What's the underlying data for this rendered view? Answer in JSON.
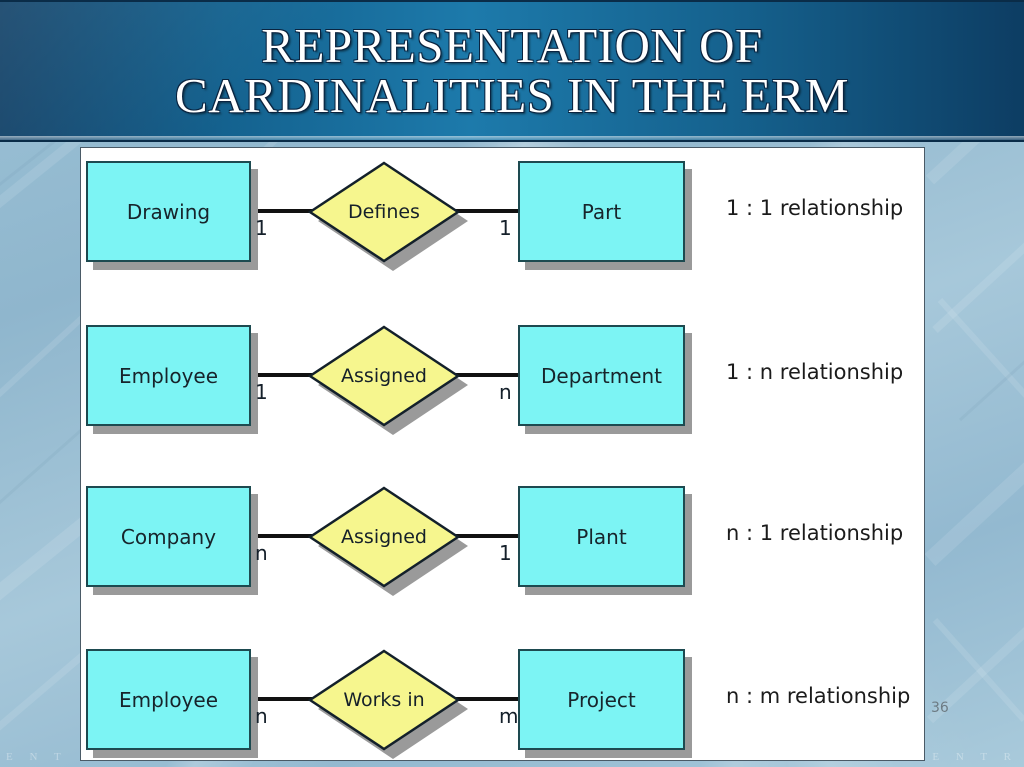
{
  "slide": {
    "title": "REPRESENTATION OF\nCARDINALITIES IN THE ERM",
    "number": "36",
    "watermark_left": "E N T",
    "watermark_right": "E N T R"
  },
  "colors": {
    "title_band": "#14628f",
    "entity_fill": "#7cf4f4",
    "entity_border": "#1d4a50",
    "relationship_fill": "#f6f68e",
    "shadow": "#9a9a9a",
    "panel_bg": "#ffffff",
    "background": "#9cc2d6",
    "line": "#111111"
  },
  "diagram": {
    "rows": [
      {
        "left_entity": "Drawing",
        "relationship": "Defines",
        "right_entity": "Part",
        "left_cardinality": "1",
        "right_cardinality": "1",
        "description": "1 : 1 relationship"
      },
      {
        "left_entity": "Employee",
        "relationship": "Assigned",
        "right_entity": "Department",
        "left_cardinality": "1",
        "right_cardinality": "n",
        "description": "1 : n relationship"
      },
      {
        "left_entity": "Company",
        "relationship": "Assigned",
        "right_entity": "Plant",
        "left_cardinality": "n",
        "right_cardinality": "1",
        "description": "n : 1 relationship"
      },
      {
        "left_entity": "Employee",
        "relationship": "Works in",
        "right_entity": "Project",
        "left_cardinality": "n",
        "right_cardinality": "m",
        "description": "n : m relationship"
      }
    ]
  }
}
